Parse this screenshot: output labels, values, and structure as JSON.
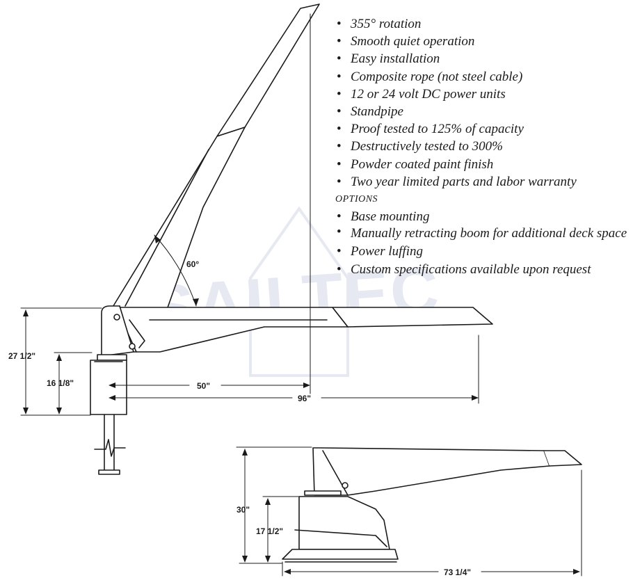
{
  "watermark": "SAILTEC",
  "features": [
    {
      "text": "355° rotation",
      "kind": "bullet"
    },
    {
      "text": "Smooth quiet operation",
      "kind": "bullet"
    },
    {
      "text": "Easy installation",
      "kind": "bullet"
    },
    {
      "text": "Composite rope (not steel cable)",
      "kind": "bullet"
    },
    {
      "text": "12 or 24 volt DC power units",
      "kind": "bullet"
    },
    {
      "text": "Standpipe",
      "kind": "bullet"
    },
    {
      "text": "Proof tested to 125% of capacity",
      "kind": "bullet"
    },
    {
      "text": "Destructively tested to 300%",
      "kind": "bullet"
    },
    {
      "text": "Powder coated paint finish",
      "kind": "bullet"
    },
    {
      "text": "Two year limited parts and labor warranty",
      "kind": "bullet"
    }
  ],
  "options_heading": "OPTIONS",
  "options": [
    {
      "text": "Base mounting",
      "kind": "bullet"
    },
    {
      "text": "Manually retracting boom for additional deck space",
      "kind": "bullet wrap"
    },
    {
      "text": "Power luffing",
      "kind": "bullet"
    },
    {
      "text": "Custom specifications available upon request",
      "kind": "bullet"
    }
  ],
  "dimensions": {
    "angle": "60°",
    "overall_height": "27 1/2\"",
    "standpipe_height": "16 1/8\"",
    "retracted_reach": "50\"",
    "extended_reach": "96\"",
    "base_height": "30\"",
    "base_pedestal_height": "17 1/2\"",
    "base_length": "73 1/4\""
  },
  "colors": {
    "line": "#1a1a1a",
    "watermark": "#e6e9f1"
  }
}
